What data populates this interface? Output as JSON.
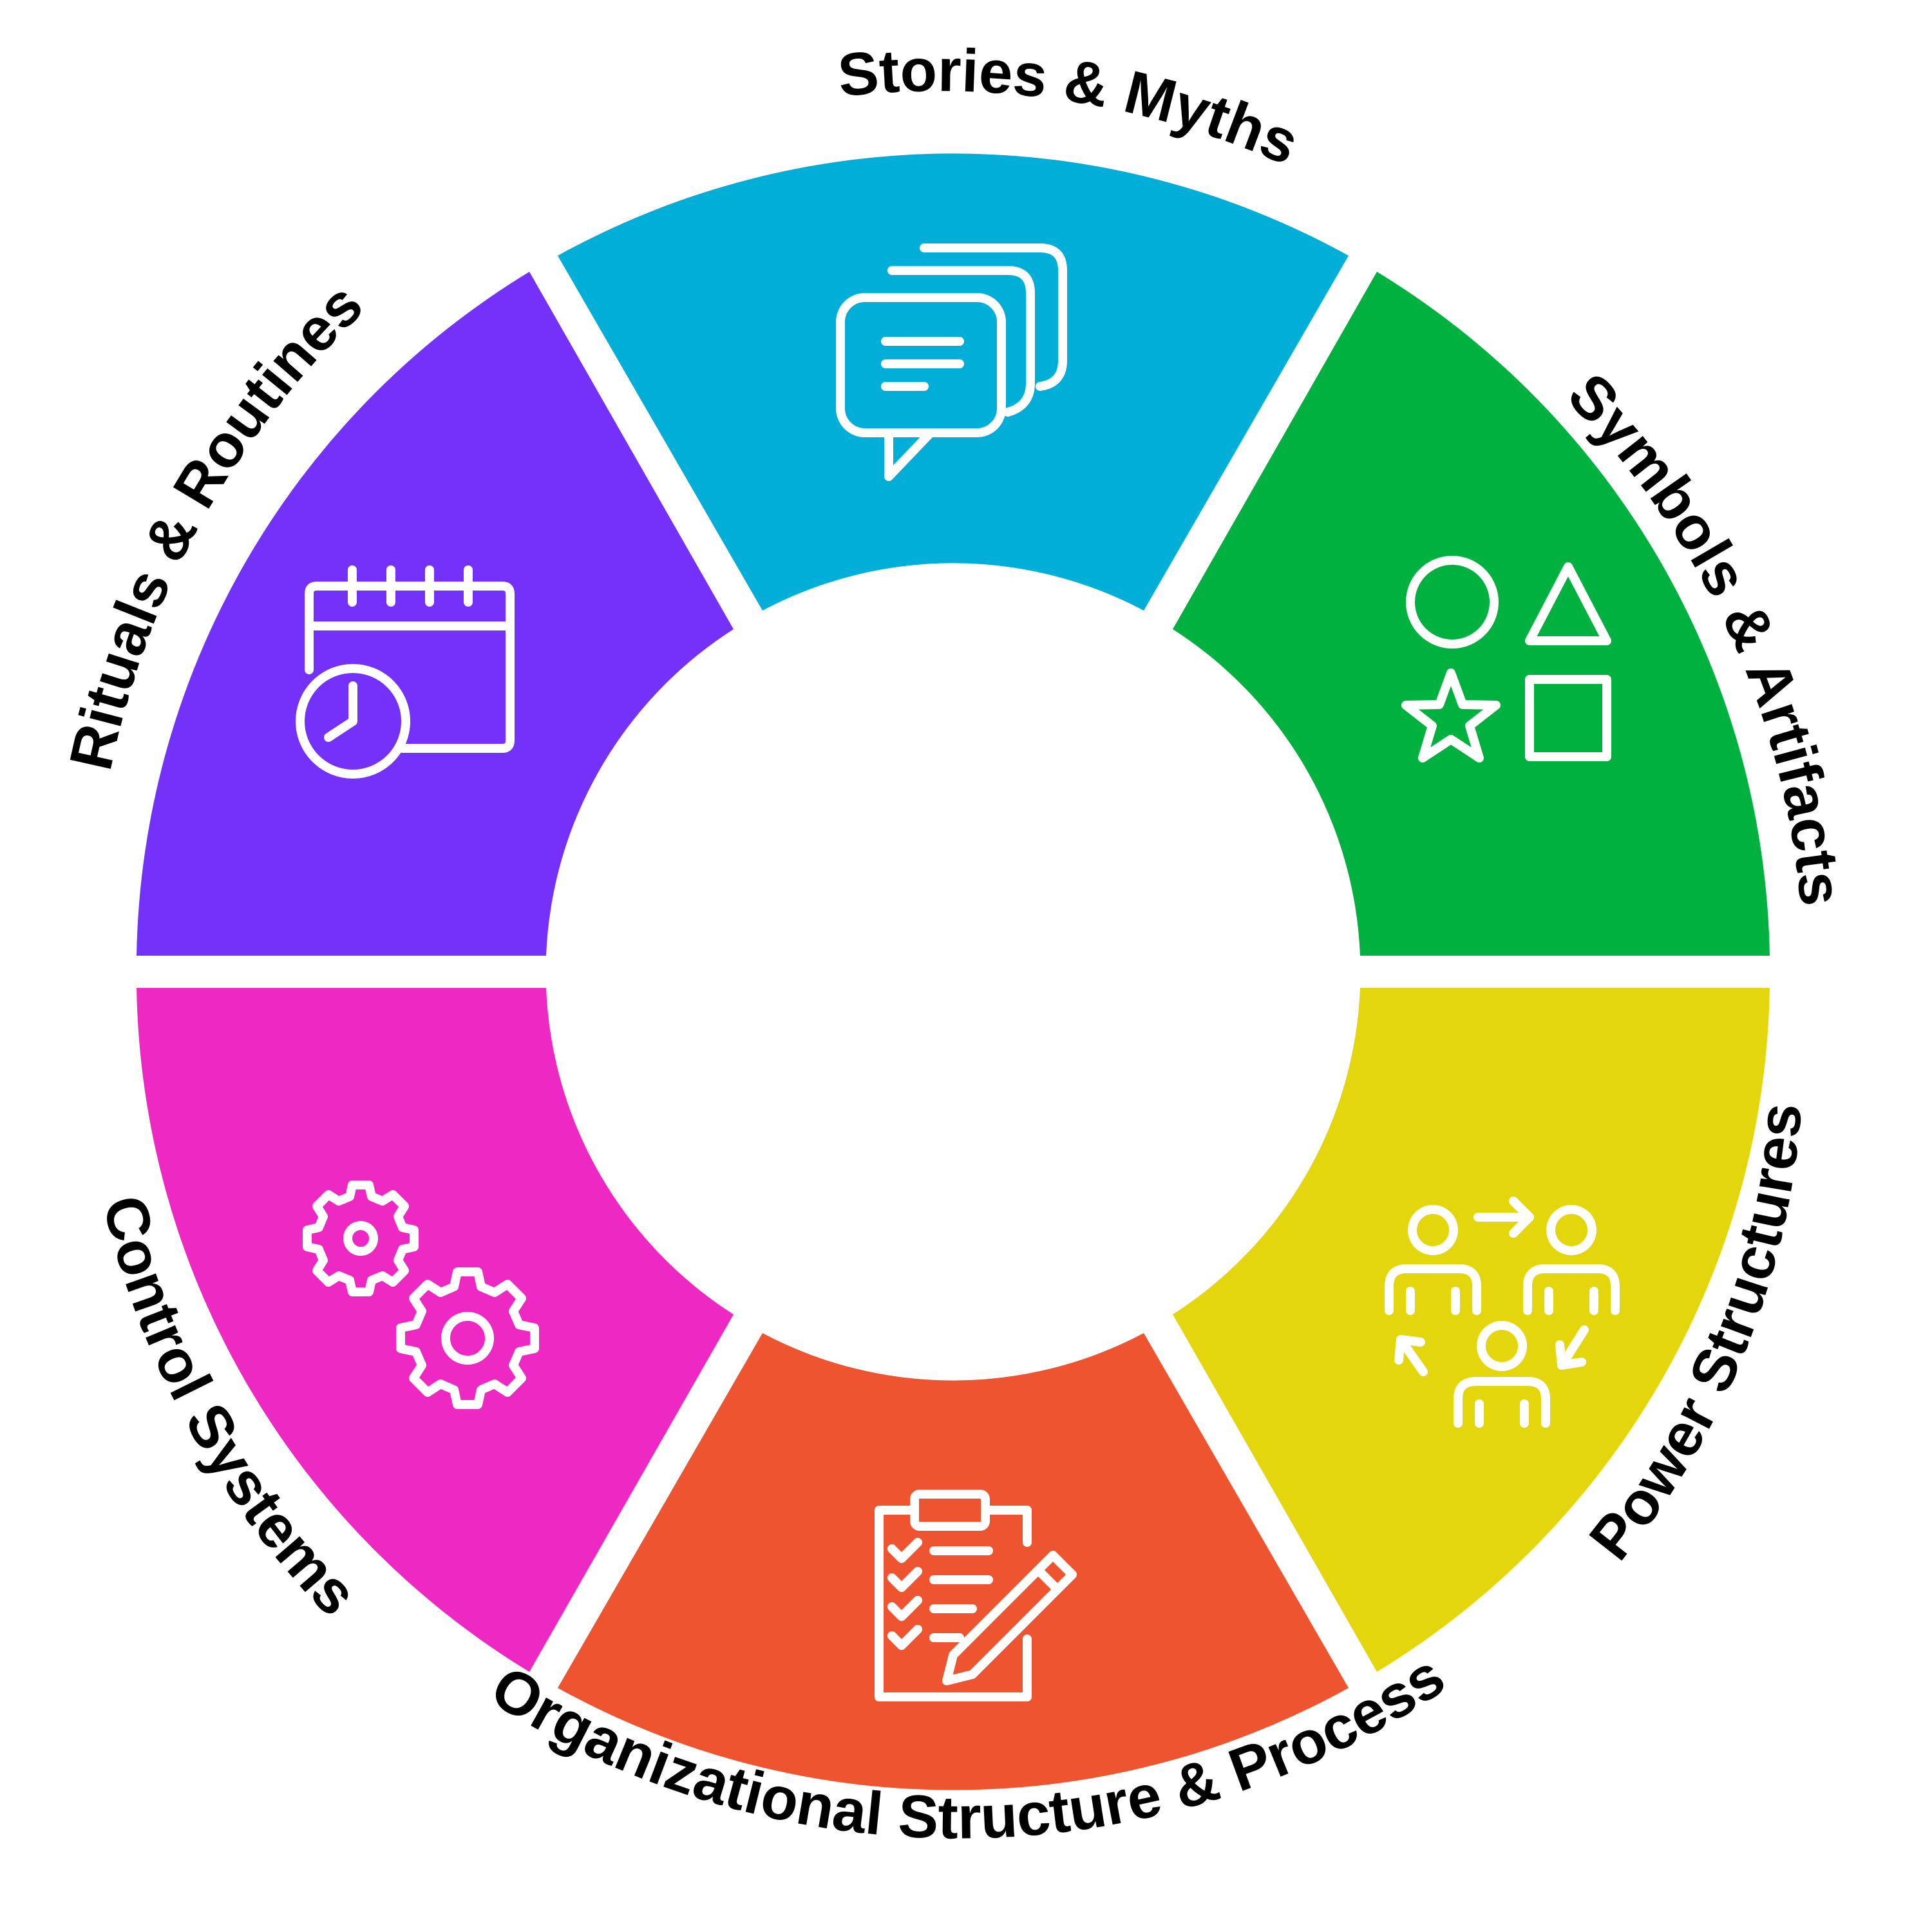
{
  "diagram": {
    "segments": [
      {
        "id": "stories",
        "label": "Stories & Myths",
        "color": "#00AED8",
        "icon": "speech-bubbles-icon"
      },
      {
        "id": "symbols",
        "label": "Symbols & Artifacts",
        "color": "#00B140",
        "icon": "shapes-icon"
      },
      {
        "id": "power",
        "label": "Power Structures",
        "color": "#E4D60C",
        "icon": "people-network-icon"
      },
      {
        "id": "org",
        "label": "Organizational Structure & Process",
        "color": "#EE5430",
        "icon": "clipboard-checklist-icon"
      },
      {
        "id": "control",
        "label": "Control Systems",
        "color": "#EE28C2",
        "icon": "gears-icon"
      },
      {
        "id": "rituals",
        "label": "Rituals & Routines",
        "color": "#7431FA",
        "icon": "calendar-clock-icon"
      }
    ]
  }
}
